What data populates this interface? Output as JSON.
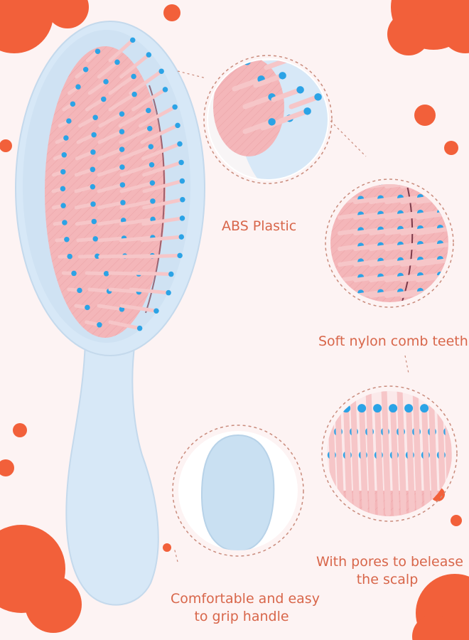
{
  "colors": {
    "background": "#fdf3f3",
    "accent_orange": "#f2603a",
    "label_text": "#d8664a",
    "brush_body": "#d7e8f7",
    "bristle_pad": "#f4b6b9",
    "bristle_pin": "#f6c6c8",
    "bristle_tip": "#2ba3e6",
    "dashed_ring": "#c98b7c"
  },
  "callouts": {
    "abs_plastic": "ABS Plastic",
    "nylon_teeth": "Soft nylon comb teeth",
    "pores_line1": "With pores to belease",
    "pores_line2": "the scalp",
    "grip_line1": "Comfortable and easy",
    "grip_line2": "to grip handle"
  },
  "subject": {
    "product_icon": "hairbrush-icon"
  }
}
